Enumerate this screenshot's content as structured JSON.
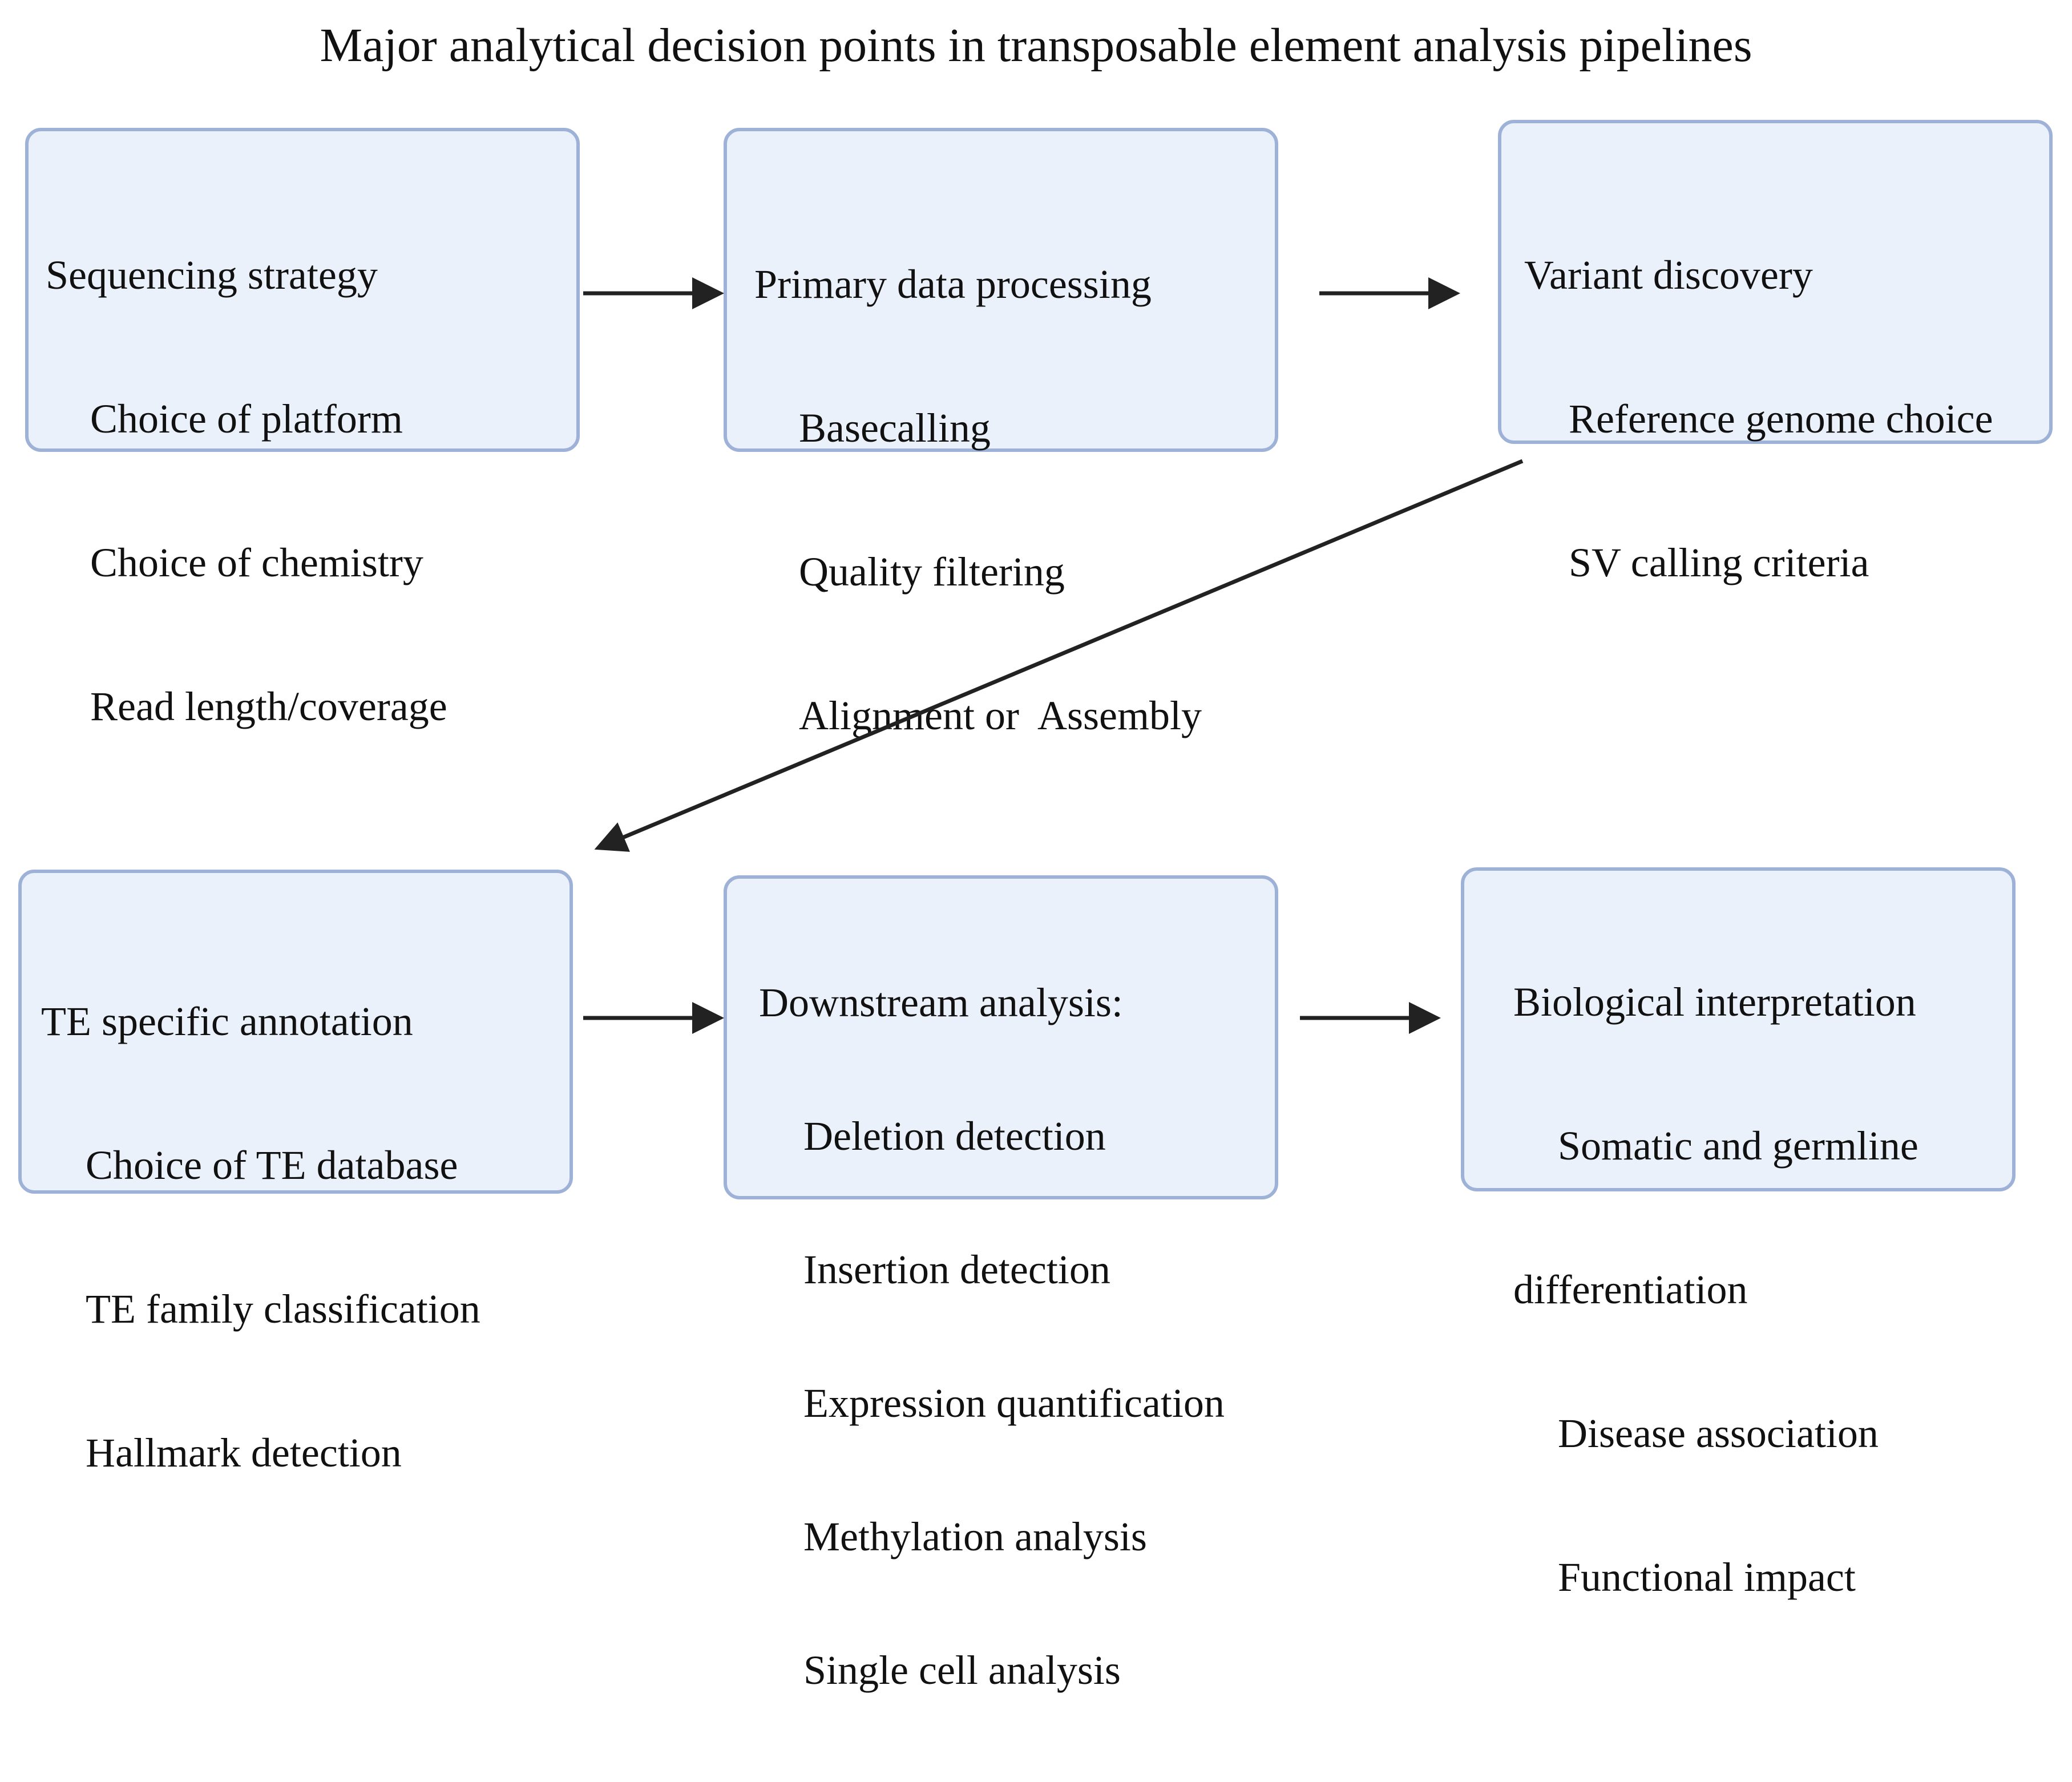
{
  "title": "Major analytical decision points in transposable element analysis pipelines",
  "colors": {
    "box_fill": "#ebf1fb",
    "box_border": "#9eb1d6",
    "arrow": "#222222"
  },
  "boxes": [
    {
      "heading": "Sequencing strategy",
      "items": [
        "Choice of platform",
        "Choice of chemistry",
        "Read length/coverage"
      ]
    },
    {
      "heading": "Primary data processing",
      "items": [
        "Basecalling",
        "Quality filtering",
        "Alignment or  Assembly"
      ]
    },
    {
      "heading": "Variant discovery",
      "items": [
        "Reference genome choice",
        "SV calling criteria"
      ]
    },
    {
      "heading": "TE specific annotation",
      "items": [
        "Choice of TE database",
        "TE family classification",
        "Hallmark detection"
      ]
    },
    {
      "heading": "Downstream analysis:",
      "items": [
        "Deletion detection",
        "Insertion detection",
        "Expression quantification",
        "Methylation analysis",
        "Single cell analysis"
      ]
    },
    {
      "heading": "Biological interpretation",
      "items": [
        "Somatic and germline",
        "differentiation",
        "Disease association",
        "Functional impact"
      ]
    }
  ],
  "edges": [
    {
      "from": "Sequencing strategy",
      "to": "Primary data processing"
    },
    {
      "from": "Primary data processing",
      "to": "Variant discovery"
    },
    {
      "from": "Variant discovery",
      "to": "TE specific annotation"
    },
    {
      "from": "TE specific annotation",
      "to": "Downstream analysis:"
    },
    {
      "from": "Downstream analysis:",
      "to": "Biological interpretation"
    }
  ]
}
